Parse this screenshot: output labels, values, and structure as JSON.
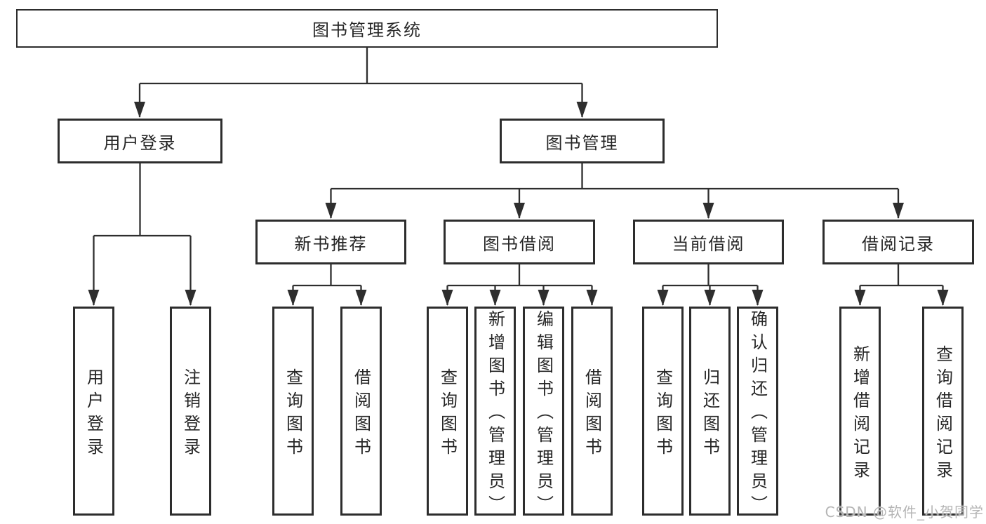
{
  "tree": {
    "root": {
      "label": "图书管理系统"
    },
    "children": [
      {
        "label": "用户登录",
        "children": [
          {
            "label": "用户登录"
          },
          {
            "label": "注销登录"
          }
        ]
      },
      {
        "label": "图书管理",
        "children": [
          {
            "label": "新书推荐",
            "children": [
              {
                "label": "查询图书"
              },
              {
                "label": "借阅图书"
              }
            ]
          },
          {
            "label": "图书借阅",
            "children": [
              {
                "label": "查询图书"
              },
              {
                "label": "新增图书（管理员）"
              },
              {
                "label": "编辑图书（管理员）"
              },
              {
                "label": "借阅图书"
              }
            ]
          },
          {
            "label": "当前借阅",
            "children": [
              {
                "label": "查询图书"
              },
              {
                "label": "归还图书"
              },
              {
                "label": "确认归还（管理员）"
              }
            ]
          },
          {
            "label": "借阅记录",
            "children": [
              {
                "label": "新增借阅记录"
              },
              {
                "label": "查询借阅记录"
              }
            ]
          }
        ]
      }
    ]
  },
  "watermark": {
    "text": "CSDN @软件_小贺同学"
  },
  "colors": {
    "line": "#2e2e2e",
    "border": "#2d2d2d",
    "text": "#262626",
    "background": "#ffffff",
    "watermark": "#b5b5b5"
  }
}
